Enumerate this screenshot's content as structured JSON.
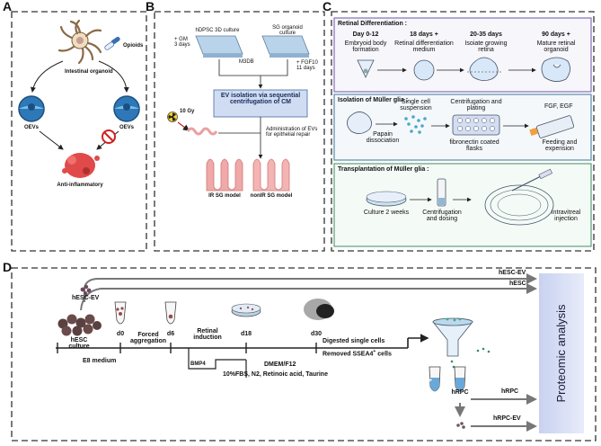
{
  "panels": {
    "a": "A",
    "b": "B",
    "c": "C",
    "d": "D"
  },
  "panel_a": {
    "organoid_label": "Intestinal organoid",
    "opioids_label": "Opioids",
    "oev_left": "OEVs",
    "oev_right": "OEVs",
    "outcome": "Anti-inflammatory"
  },
  "panel_b": {
    "hdpsc": "hDPSC 3D culture",
    "sg": "SG organoid culture",
    "gm": "+ GM\n3 days",
    "m3db": "M3DB",
    "fgf": "+ FGF10\n11 days",
    "ev_box": "EV isolation via sequential centrifugation of CM",
    "gy": "10 Gy",
    "admin": "Administration of EVs for epithelial repair",
    "ir_model": "IR SG model",
    "nonir_model": "nonIR SG model"
  },
  "panel_c": {
    "sec1_title": "Retinal Differentiation :",
    "steps1": [
      {
        "day": "Day 0-12",
        "desc": "Embryoid body formation"
      },
      {
        "day": "18 days +",
        "desc": "Retinal differentiation medium"
      },
      {
        "day": "20-35 days",
        "desc": "Isoiate growing retina"
      },
      {
        "day": "90 days +",
        "desc": "Mature retinal organoid"
      }
    ],
    "sec2_title": "Isolation of Müller glia :",
    "papain": "Papain dissociation",
    "single_cell": "Single cell suspension",
    "centrifugation_plating": "Centrifugation and plating",
    "flasks": "fibronectin coated flasks",
    "fgf_egf": "FGF, EGF",
    "feeding": "Feeding and expension",
    "sec3_title": "Transplantation of Müller glia :",
    "culture": "Culture 2 weeks",
    "dosing": "Centrifugation and dosing",
    "intravitreal": "Intravitreal injection"
  },
  "panel_d": {
    "hesc_ev": "hESC-EV",
    "hesc_ev_right": "hESC-EV",
    "hesc_right": "hESC",
    "hesc_culture": "hESC culture",
    "d0": "d0",
    "d6": "d6",
    "d18": "d18",
    "d30": "d30",
    "forced": "Forced aggregation",
    "retinal_induction": "Retinal induction",
    "e8": "E8 medium",
    "bmp4": "BMP4",
    "dmem": "DMEM/F12",
    "supplements": "10%FBS, N2, Retinoic acid, Taurine",
    "digested": "Digested single cells",
    "removed": "Removed SSEA4",
    "removed_sup": "+",
    "cells": " cells",
    "hrpc_tube": "hRPC",
    "hrpc": "hRPC",
    "hrpc_ev": "hRPC-EV",
    "proteomic": "Proteomic analysis"
  }
}
